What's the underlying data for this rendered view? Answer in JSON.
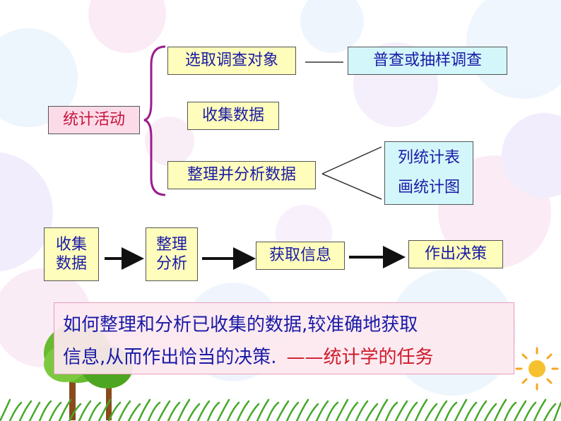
{
  "colors": {
    "text_blue": "#1a1aa6",
    "text_red": "#c4143c",
    "box_yellow": "#fefdbb",
    "box_pink": "#fcdbe8",
    "box_cyan": "#d2f6fa",
    "brace_purple": "#9b1d8c"
  },
  "tree": {
    "root": "统计活动",
    "select_object": "选取调查对象",
    "census_or_sample": "普查或抽样调查",
    "collect_data": "收集数据",
    "organize_analyze": "整理并分析数据",
    "make_table": "列统计表",
    "draw_chart": "画统计图"
  },
  "flow": {
    "step1_line1": "收集",
    "step1_line2": "数据",
    "step2_line1": "整理",
    "step2_line2": "分析",
    "step3": "获取信息",
    "step4": "作出决策"
  },
  "summary": {
    "line1": "如何整理和分析已收集的数据,较准确地获取",
    "line2": "信息,从而作出恰当的决策.",
    "task": "——统计学的任务"
  },
  "decor": {
    "tree_icon": "tree-icon",
    "sun_icon": "sun-icon",
    "grass": "grass-decoration",
    "bubbles": "bubble-decoration"
  }
}
